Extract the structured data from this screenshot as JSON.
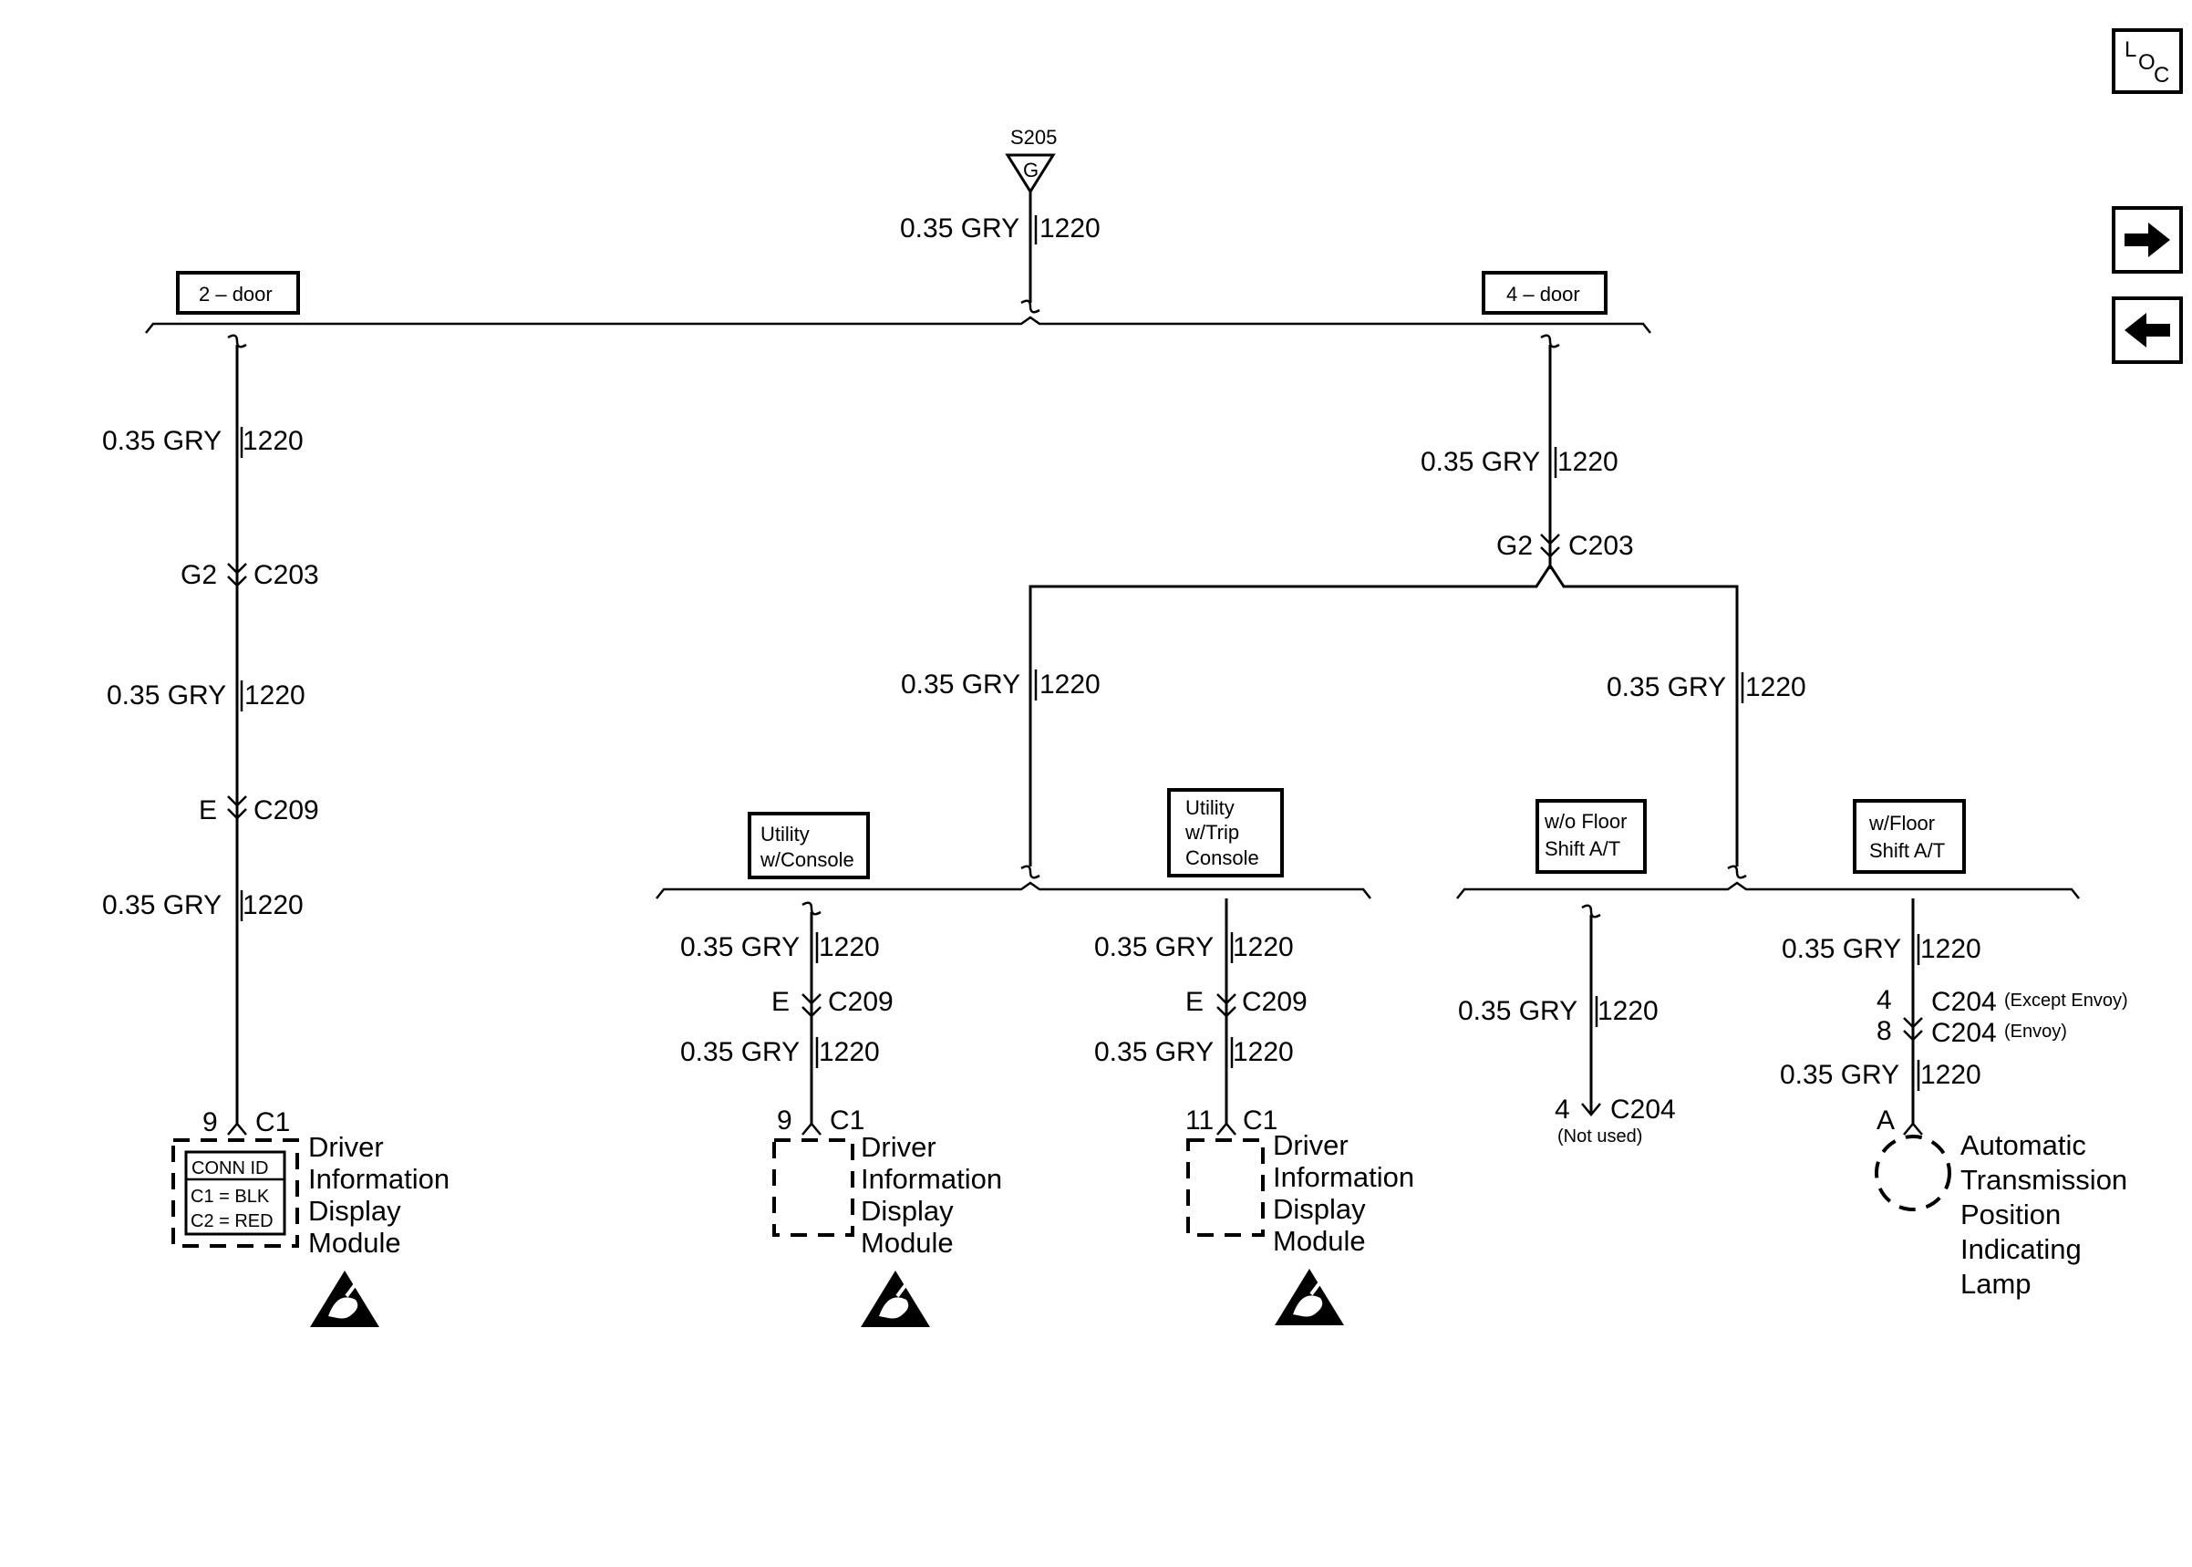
{
  "nav": {
    "loc_letters": [
      "L",
      "O",
      "C"
    ],
    "next_icon": "arrow-right-icon",
    "prev_icon": "arrow-left-icon"
  },
  "splice": {
    "name": "S205",
    "ground": "G"
  },
  "wire": {
    "size_color": "0.35 GRY",
    "circuit": "1220"
  },
  "options": {
    "two_door": "2 – door",
    "four_door": "4 – door",
    "utility_console": [
      "Utility",
      "w/Console"
    ],
    "utility_trip": [
      "Utility",
      "w/Trip",
      "Console"
    ],
    "wo_floor": [
      "w/o Floor",
      "Shift A/T"
    ],
    "w_floor": [
      "w/Floor",
      "Shift A/T"
    ]
  },
  "connectors": {
    "g2": "G2",
    "c203": "C203",
    "e": "E",
    "c209": "C209",
    "c1": "C1",
    "c204": "C204",
    "pin_9": "9",
    "pin_11": "11",
    "pin_4": "4",
    "pin_8": "8",
    "pin_a": "A",
    "not_used": "(Not used)",
    "except_envoy": "(Except Envoy)",
    "envoy": "(Envoy)"
  },
  "conn_id": {
    "title": "CONN ID",
    "c1": "C1 = BLK",
    "c2": "C2 = RED"
  },
  "modules": {
    "dim": [
      "Driver",
      "Information",
      "Display",
      "Module"
    ],
    "lamp": [
      "Automatic",
      "Transmission",
      "Position",
      "Indicating",
      "Lamp"
    ]
  },
  "esd_icon": "esd-sensitive-icon"
}
